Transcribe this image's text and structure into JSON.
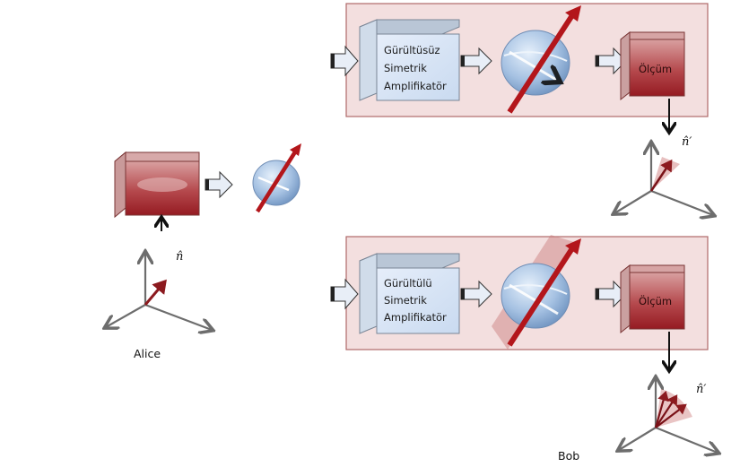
{
  "diagram": {
    "alice": {
      "label": "Alice",
      "vector_label": "n̂"
    },
    "bob": {
      "label": "Bob"
    },
    "top_panel": {
      "amplifier_lines": [
        "Gürültüsüz",
        "Simetrik",
        "Amplifikatör"
      ],
      "measurement_label": "Ölçüm",
      "vector_label": "n̂′"
    },
    "bottom_panel": {
      "amplifier_lines": [
        "Gürültülü",
        "Simetrik",
        "Amplifikatör"
      ],
      "measurement_label": "Ölçüm",
      "vector_label": "n̂′"
    },
    "colors": {
      "panel_fill": "#f3dfdf",
      "panel_border": "#b06a6a",
      "amp_box": "#dce8f6",
      "measure_box": "#a8262c",
      "spin_arrow": "#b3161b",
      "axis": "#6d6d6d"
    }
  }
}
